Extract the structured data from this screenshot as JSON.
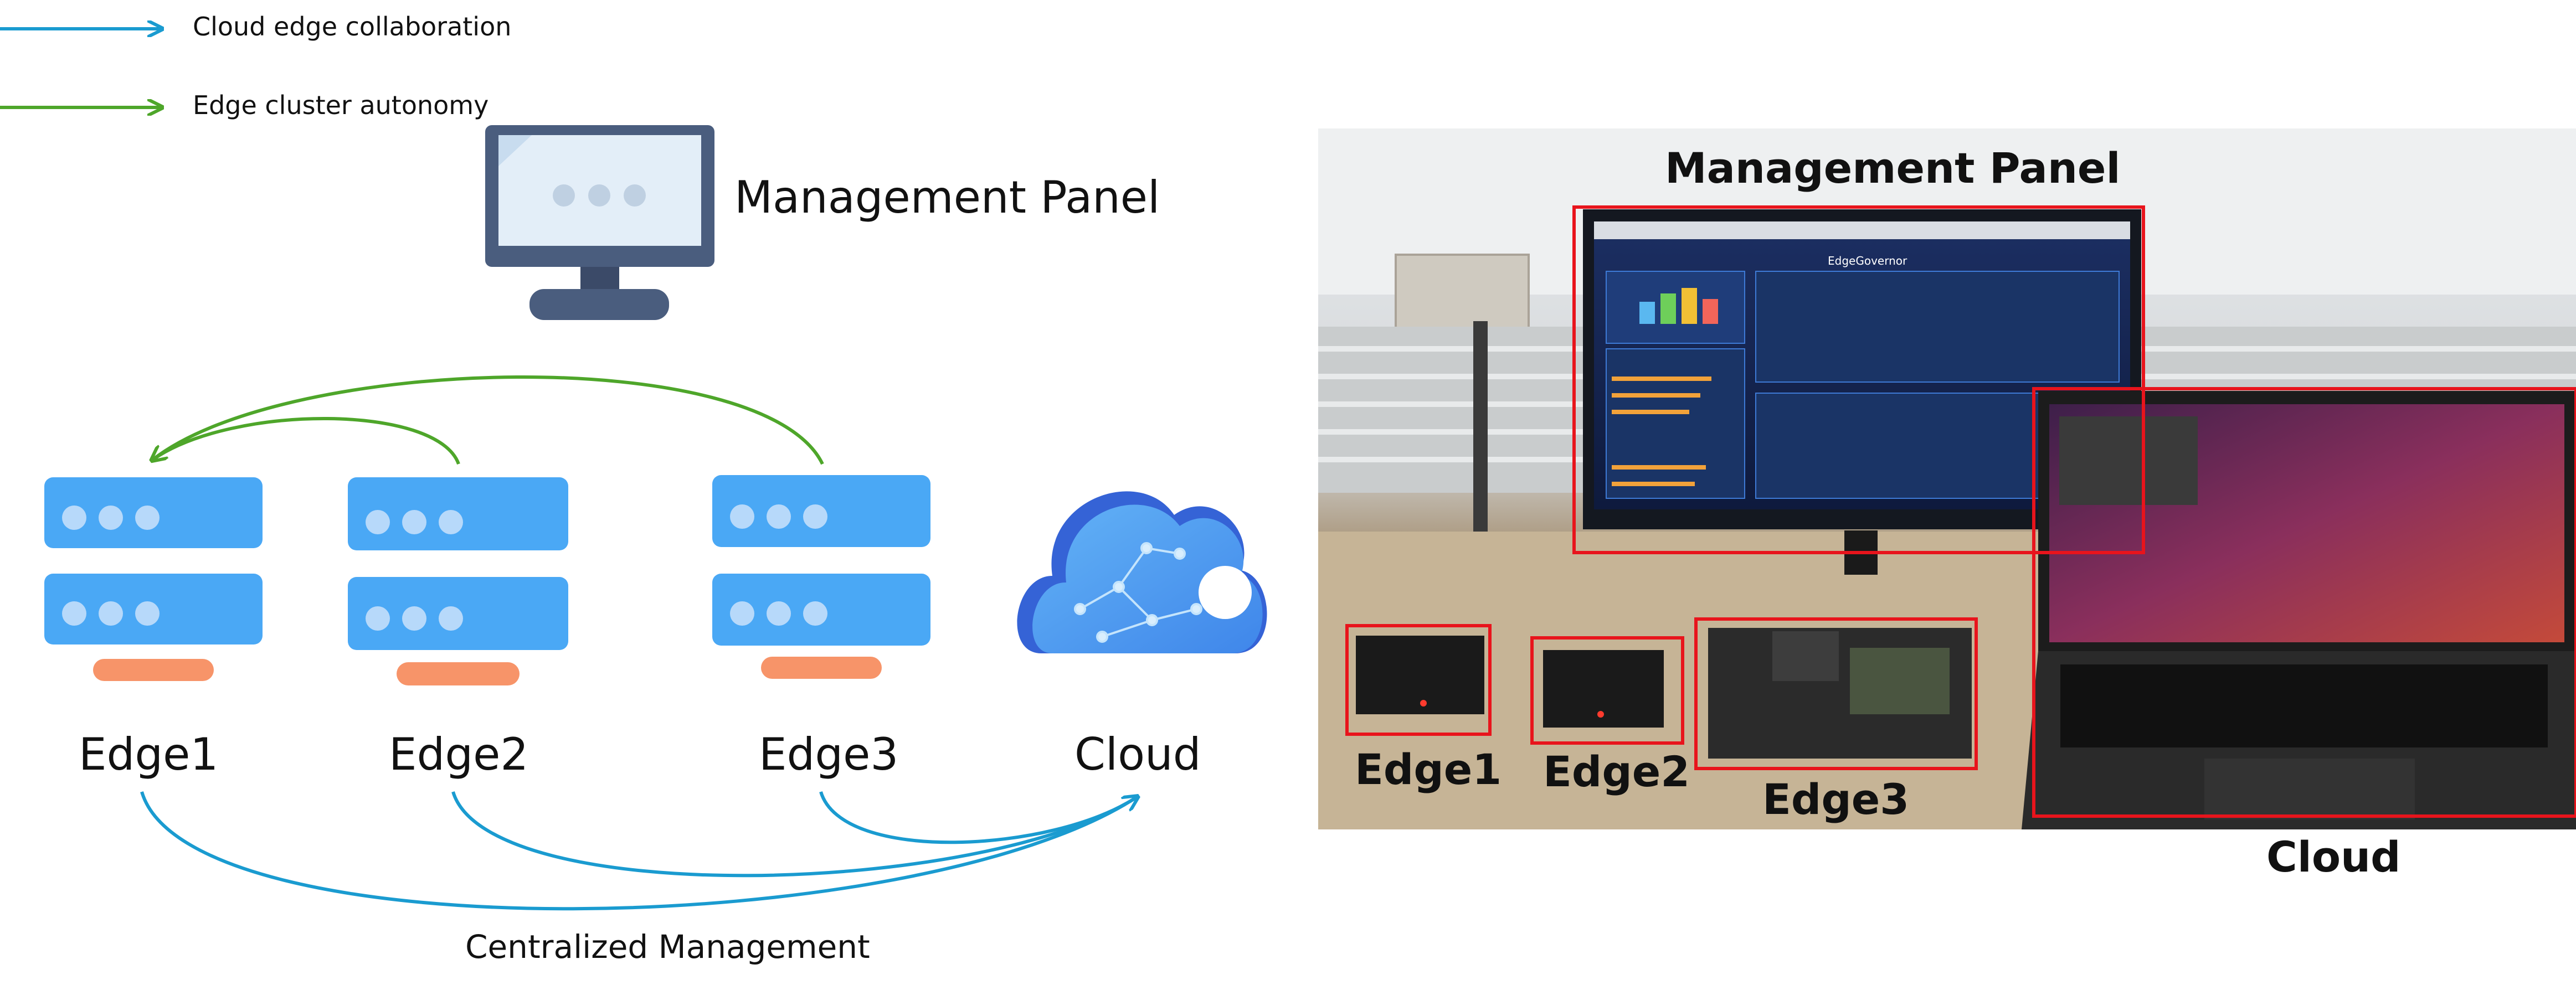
{
  "legend": {
    "items": [
      {
        "label": "Cloud edge collaboration",
        "color": "#1a9bd0"
      },
      {
        "label": "Edge cluster autonomy",
        "color": "#4ea62a"
      }
    ]
  },
  "diagram": {
    "management_panel_label": "Management Panel",
    "nodes": [
      {
        "id": "edge1",
        "label": "Edge1"
      },
      {
        "id": "edge2",
        "label": "Edge2"
      },
      {
        "id": "edge3",
        "label": "Edge3"
      },
      {
        "id": "cloud",
        "label": "Cloud"
      }
    ],
    "centralized_label": "Centralized Management"
  },
  "photo": {
    "title": "Management Panel",
    "labels": [
      "Edge1",
      "Edge2",
      "Edge3",
      "Cloud"
    ],
    "box_color": "#e8141c",
    "monitor_app_title": "EdgeGovernor"
  },
  "colors": {
    "server_blue": "#4aa8f5",
    "server_dot": "#b7d9fa",
    "server_base": "#f79469",
    "monitor_dark": "#4a5d7e",
    "monitor_screen": "#e3eef8",
    "cloud_blue": "#4da3f3",
    "cloud_dark": "#3563d6"
  }
}
